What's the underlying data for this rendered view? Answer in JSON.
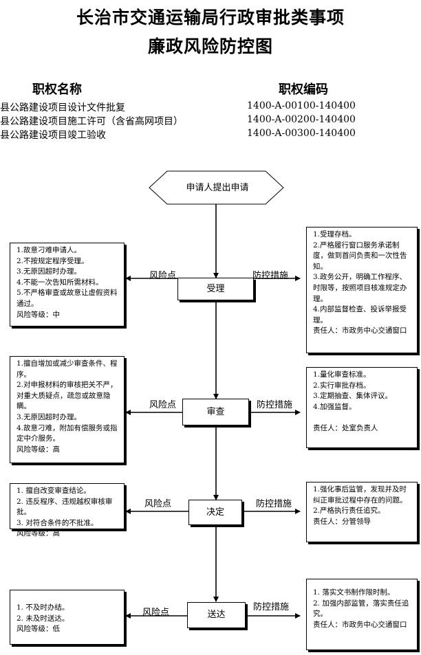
{
  "title_line1": "长治市交通运输局行政审批类事项",
  "title_line2": "廉政风险防控图",
  "header_name": "职权名称",
  "header_code": "职权编码",
  "items": [
    {
      "name": "县公路建设项目设计文件批复",
      "code": "1400-A-00100-140400"
    },
    {
      "name": "县公路建设项目施工许可（含省高网项目）",
      "code": "1400-A-00200-140400"
    },
    {
      "name": "县公路建设项目竣工验收",
      "code": "1400-A-00300-140400"
    }
  ],
  "start_label": "申请人提出申请",
  "risk_label": "风险点",
  "measure_label": "防控措施",
  "steps": [
    {
      "label": "受理",
      "risk": [
        "1.故意刁难申请人。",
        "2.不按规定程序受理。",
        "3.无原因超时办理。",
        "4.不能一次告知所需材料。",
        "5.不严格审查或故意让虚假资料通过。",
        "风险等级：中"
      ],
      "measures": [
        "1.受理存档。",
        "2.严格履行窗口服务承诺制度，做到首问负责和一次性告知。",
        "3.政务公开，明确工作程序、时限等，按照项目核准规定办理。",
        "4.内部监督检查、投诉举报受理。",
        "责任人：市政务中心交通窗口"
      ]
    },
    {
      "label": "审查",
      "risk": [
        "1.擅自增加或减少审查条件、程序。",
        "2.对申报材料的审核把关不严，对重大质疑点，疏忽或故意隐瞒。",
        "3.无原因超时办理。",
        "4.故意刁难，附加有偿服务或指定中介服务。",
        "风险等级：高"
      ],
      "measures": [
        "1.量化审查标准。",
        "2.实行审批存档。",
        "3.定期抽查、集体评议。",
        "4.加强监督。",
        "",
        "责任人：处室负责人"
      ]
    },
    {
      "label": "决定",
      "risk": [
        "1. 擅自改变审查结论。",
        "2. 违反程序、违规越权审核审批。",
        "3. 对符合条件的不批准。",
        "风险等级：高"
      ],
      "measures": [
        "1.强化事后监管，发现并及时纠正审批过程中存在的问题。",
        "2.严格执行责任追究。",
        "责任人：分管领导"
      ]
    },
    {
      "label": "送达",
      "risk": [
        "1. 不及时办结。",
        "2. 未及时送达。",
        "风险等级：低"
      ],
      "measures": [
        "1. 落实文书制作限时制。",
        "2. 加强内部监管，落实责任追究。",
        "责任人：市政务中心交通窗口"
      ]
    }
  ]
}
